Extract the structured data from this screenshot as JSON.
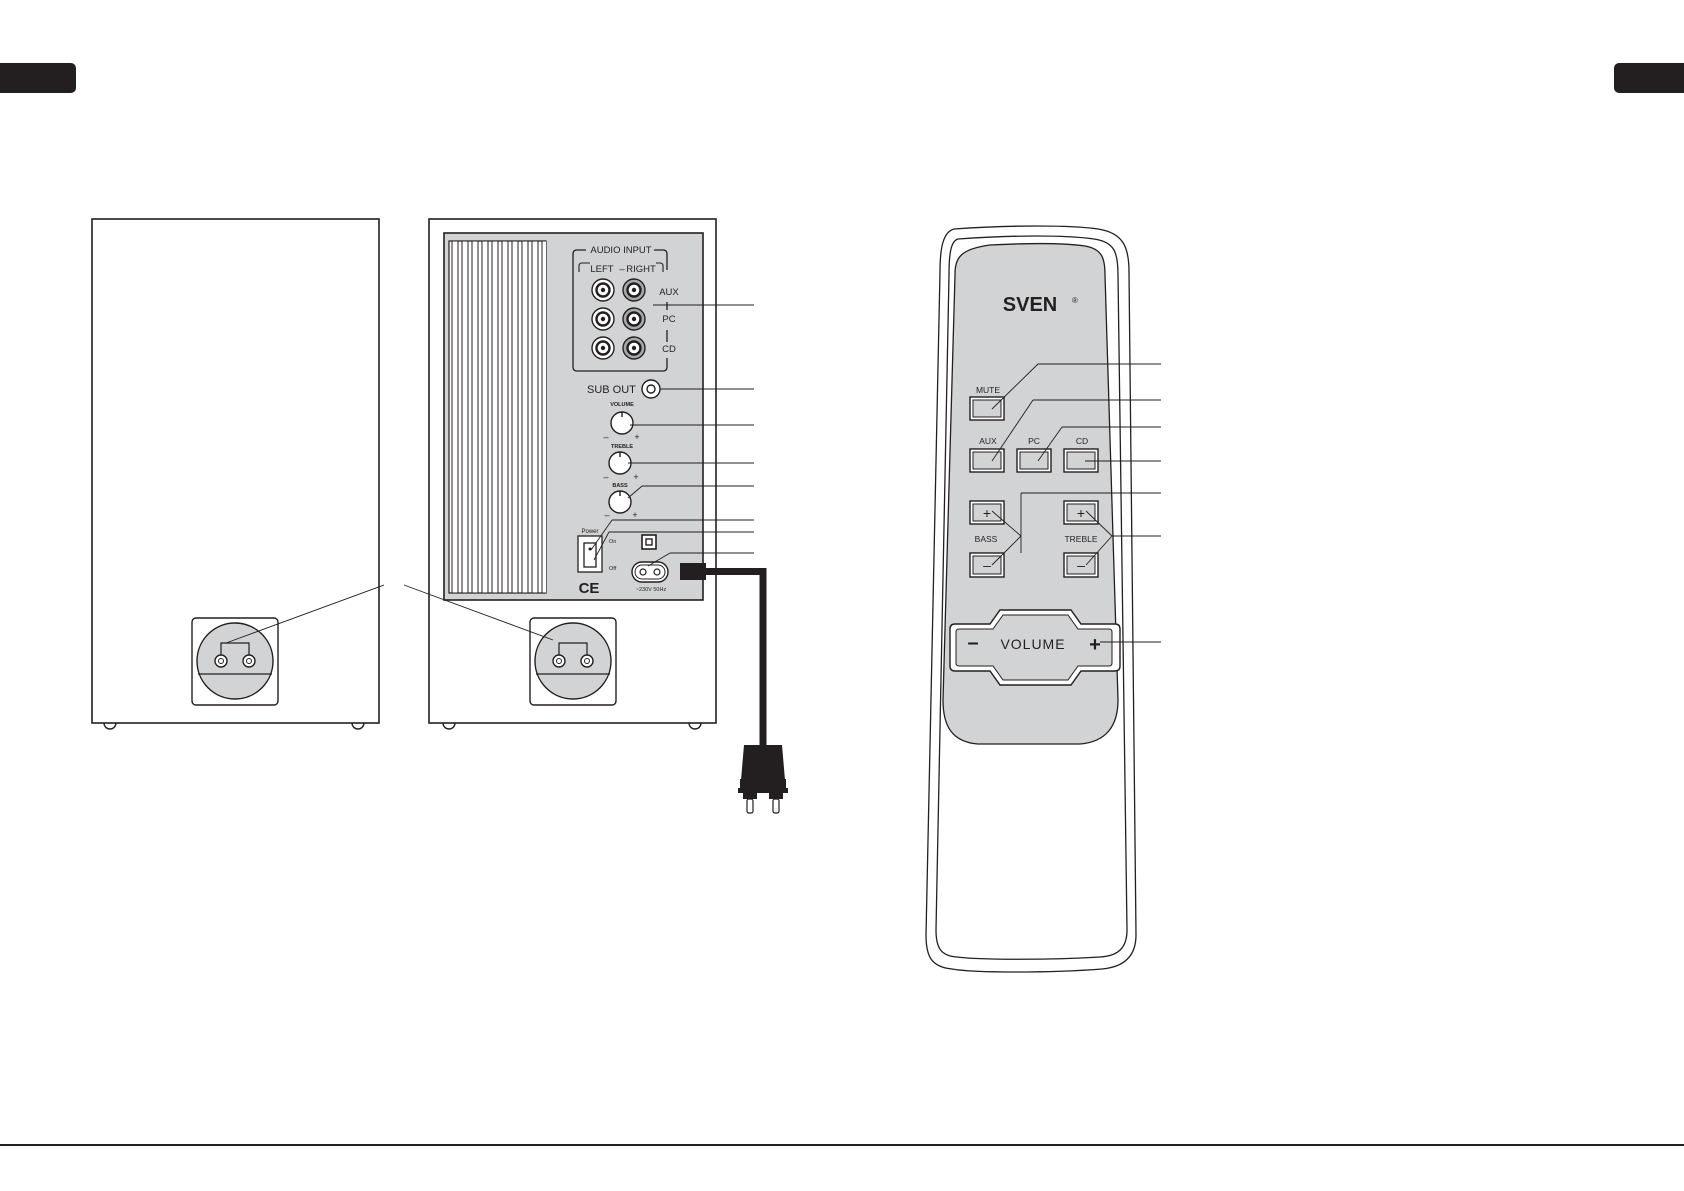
{
  "rear_panel": {
    "audio_input": "AUDIO INPUT",
    "left": "LEFT",
    "right": "RIGHT",
    "aux": "AUX",
    "pc": "PC",
    "cd": "CD",
    "sub_out": "SUB OUT",
    "volume": "VOLUME",
    "treble": "TREBLE",
    "bass": "BASS",
    "minus": "–",
    "plus": "+",
    "power": "Power",
    "on": "On",
    "off": "Off",
    "ce_mark": "CE",
    "mains_rating": "~230V 50Hz"
  },
  "remote": {
    "brand": "SVEN",
    "registered": "®",
    "mute": "MUTE",
    "aux": "AUX",
    "pc": "PC",
    "cd": "CD",
    "bass": "BASS",
    "treble": "TREBLE",
    "plus": "+",
    "minus": "–",
    "volume": "VOLUME",
    "volume_minus": "–",
    "volume_plus": "+"
  },
  "colors": {
    "ink": "#231f20",
    "panel_gray": "#d1d3d4",
    "black": "#231f20"
  }
}
